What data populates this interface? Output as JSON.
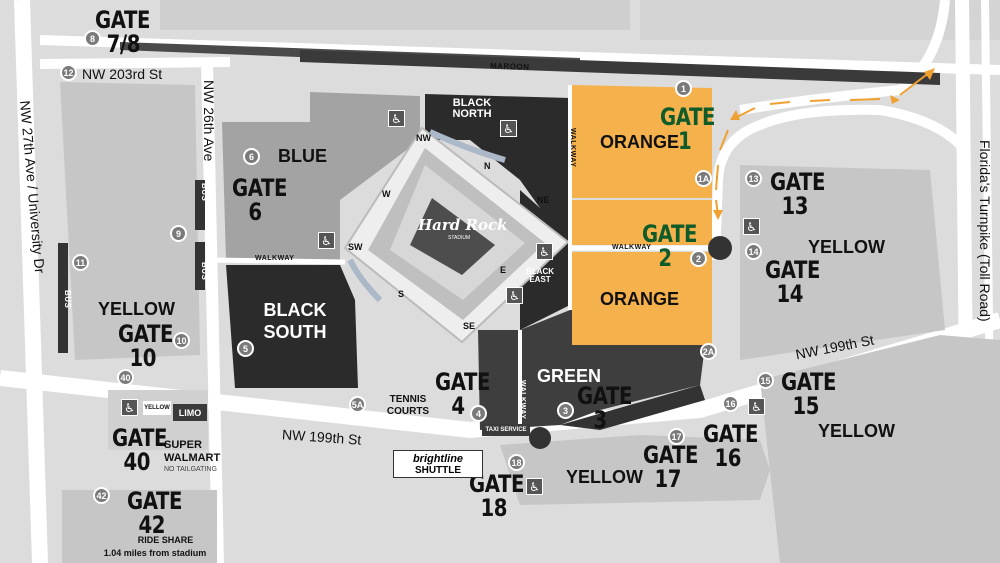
{
  "streets": {
    "nw203": "NW 203rd St",
    "nw26": "NW 26th Ave",
    "nw27": "NW 27th Ave / University Dr",
    "nw199_west": "NW 199th St",
    "nw199_east": "NW 199th St",
    "turnpike": "Florida's Turnpike (Toll Road)",
    "maroon": "MAROON",
    "walkway": "WALKWAY",
    "bus": "BUS"
  },
  "lots": {
    "blue": "BLUE",
    "black_north": "BLACK NORTH",
    "black_south": "BLACK SOUTH",
    "black_east": "BLACK EAST",
    "orange_north": "ORANGE",
    "orange_south": "ORANGE",
    "green": "GREEN",
    "yellow_west": "YELLOW",
    "yellow_ne": "YELLOW",
    "yellow_se": "YELLOW",
    "yellow_south": "YELLOW"
  },
  "stadium": {
    "name": "Hard Rock",
    "sub": "STADIUM",
    "dirs": [
      "N",
      "NE",
      "E",
      "SE",
      "S",
      "SW",
      "W",
      "NW"
    ]
  },
  "gates": {
    "gate_word": "GATE",
    "g78": "7/8",
    "g6": "6",
    "g1": "1",
    "g2": "2",
    "g13": "13",
    "g14": "14",
    "g10": "10",
    "g40": "40",
    "g42": "42",
    "g4": "4",
    "g3": "3",
    "g15": "15",
    "g16": "16",
    "g17": "17",
    "g18": "18"
  },
  "pins": [
    "8",
    "12",
    "6",
    "9",
    "11",
    "10",
    "40",
    "42",
    "5",
    "5A",
    "4",
    "3",
    "18",
    "1",
    "1A",
    "13",
    "14",
    "2",
    "2A",
    "15",
    "16",
    "17"
  ],
  "labels": {
    "tennis": "TENNIS COURTS",
    "super": "SUPER",
    "walmart": "WALMART",
    "no_tailgating": "NO TAILGATING",
    "ride_share": "RIDE SHARE",
    "distance": "1.04 miles from stadium",
    "yellow_badge": "YELLOW",
    "limo": "LIMO",
    "taxi": "TAXI SERVICE",
    "brightline": "brightline",
    "shuttle": "SHUTTLE"
  },
  "icons": [
    "accessible-parking-icon",
    "location-pin-icon",
    "route-arrow-icon"
  ],
  "colors": {
    "orange": "#f5b14c",
    "black_lot": "#2b2b2b",
    "dark_lot": "#3e3e3e",
    "blue_lot": "#a3a3a3",
    "yellow_lot": "#c6c6c6",
    "road": "#ffffff",
    "green_text": "#0f5c2a",
    "arrow": "#f0a030"
  }
}
